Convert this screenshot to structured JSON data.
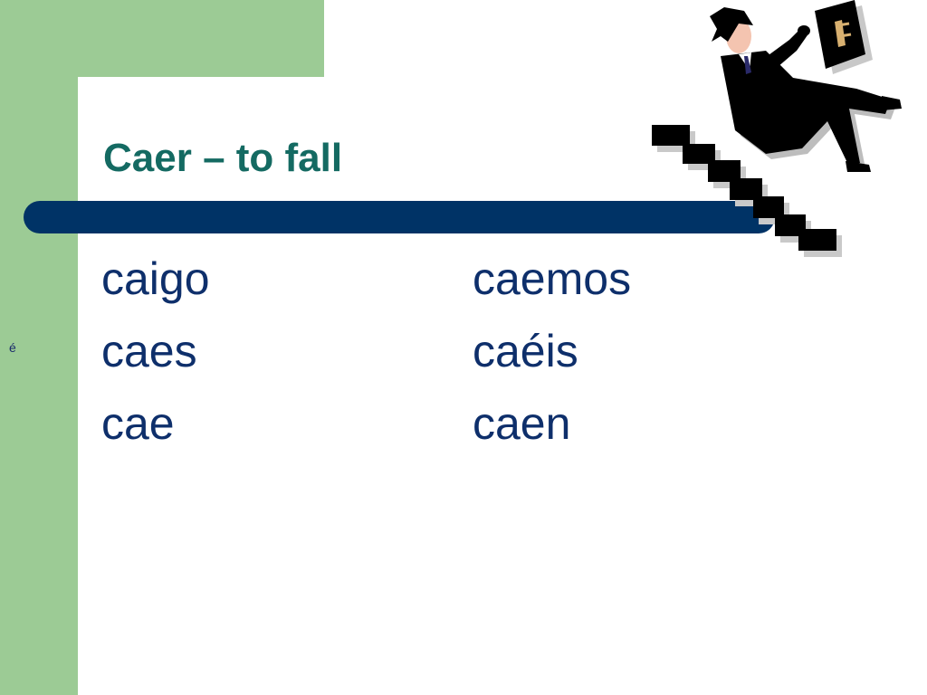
{
  "slide": {
    "title": "Caer – to fall",
    "side_char": "é",
    "conjugations": [
      {
        "singular": "caigo",
        "plural": "caemos"
      },
      {
        "singular": "caes",
        "plural": "caéis"
      },
      {
        "singular": "cae",
        "plural": "caen"
      }
    ]
  },
  "colors": {
    "green": "#9ccb95",
    "navy_bar": "#003366",
    "title": "#146a62",
    "text": "#0e2f6b"
  },
  "clipart": {
    "icon": "man-falling-down-stairs-icon"
  }
}
